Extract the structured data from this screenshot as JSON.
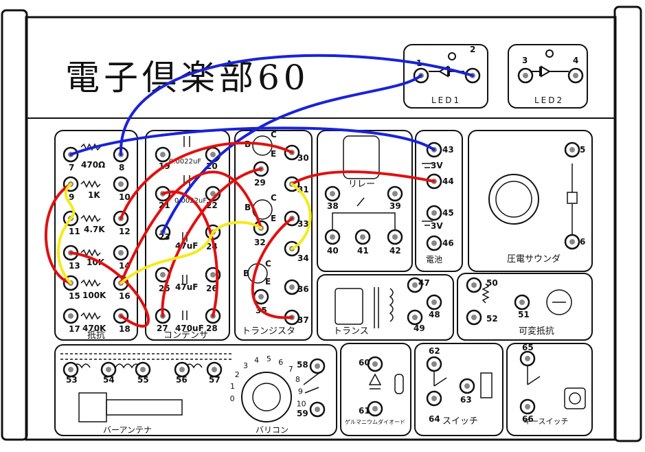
{
  "title": "電子倶楽部60",
  "panels": {
    "led1": "LED1",
    "led2": "LED2",
    "resistors": "抵抗",
    "capacitors": "コンデンサ",
    "transistors": "トランジスタ",
    "relay": "リレー",
    "battery": "電池",
    "buzzer": "圧電サウンダ",
    "transformer": "トランス",
    "variable_resistor": "可変抵抗",
    "bar_antenna": "バーアンテナ",
    "varicon": "バリコン",
    "diode": "ゲルマニウムダイオード",
    "switch": "スイッチ",
    "key_switch": "キースイッチ"
  },
  "values": {
    "r7": "470Ω",
    "r9": "1K",
    "r11": "4.7K",
    "r13": "10K",
    "r15": "100K",
    "r17": "470K",
    "c19": "0.0022uF",
    "c21": "0.0022uF",
    "c23": "47uF",
    "c25": "47uF",
    "c27": "470uF",
    "b1": "3V",
    "b2": "3V"
  },
  "terminals": [
    "1",
    "2",
    "3",
    "4",
    "5",
    "6",
    "7",
    "8",
    "9",
    "10",
    "11",
    "12",
    "13",
    "14",
    "15",
    "16",
    "17",
    "18",
    "19",
    "20",
    "21",
    "22",
    "23",
    "24",
    "25",
    "26",
    "27",
    "28",
    "29",
    "30",
    "31",
    "32",
    "33",
    "34",
    "35",
    "36",
    "37",
    "38",
    "39",
    "40",
    "41",
    "42",
    "43",
    "44",
    "45",
    "46",
    "47",
    "48",
    "49",
    "50",
    "51",
    "52",
    "53",
    "54",
    "55",
    "56",
    "57",
    "58",
    "59",
    "60",
    "61",
    "62",
    "63",
    "64",
    "65",
    "66"
  ],
  "transistor_pins": [
    "B",
    "C",
    "E",
    "B",
    "C",
    "E",
    "B",
    "C",
    "E"
  ],
  "dial_marks": [
    "0",
    "1",
    "2",
    "3",
    "4",
    "5",
    "6",
    "7",
    "8",
    "9",
    "10"
  ],
  "wire_colors": {
    "blue": "#1a23d6",
    "red": "#e01010",
    "yellow": "#f5ea1a"
  }
}
